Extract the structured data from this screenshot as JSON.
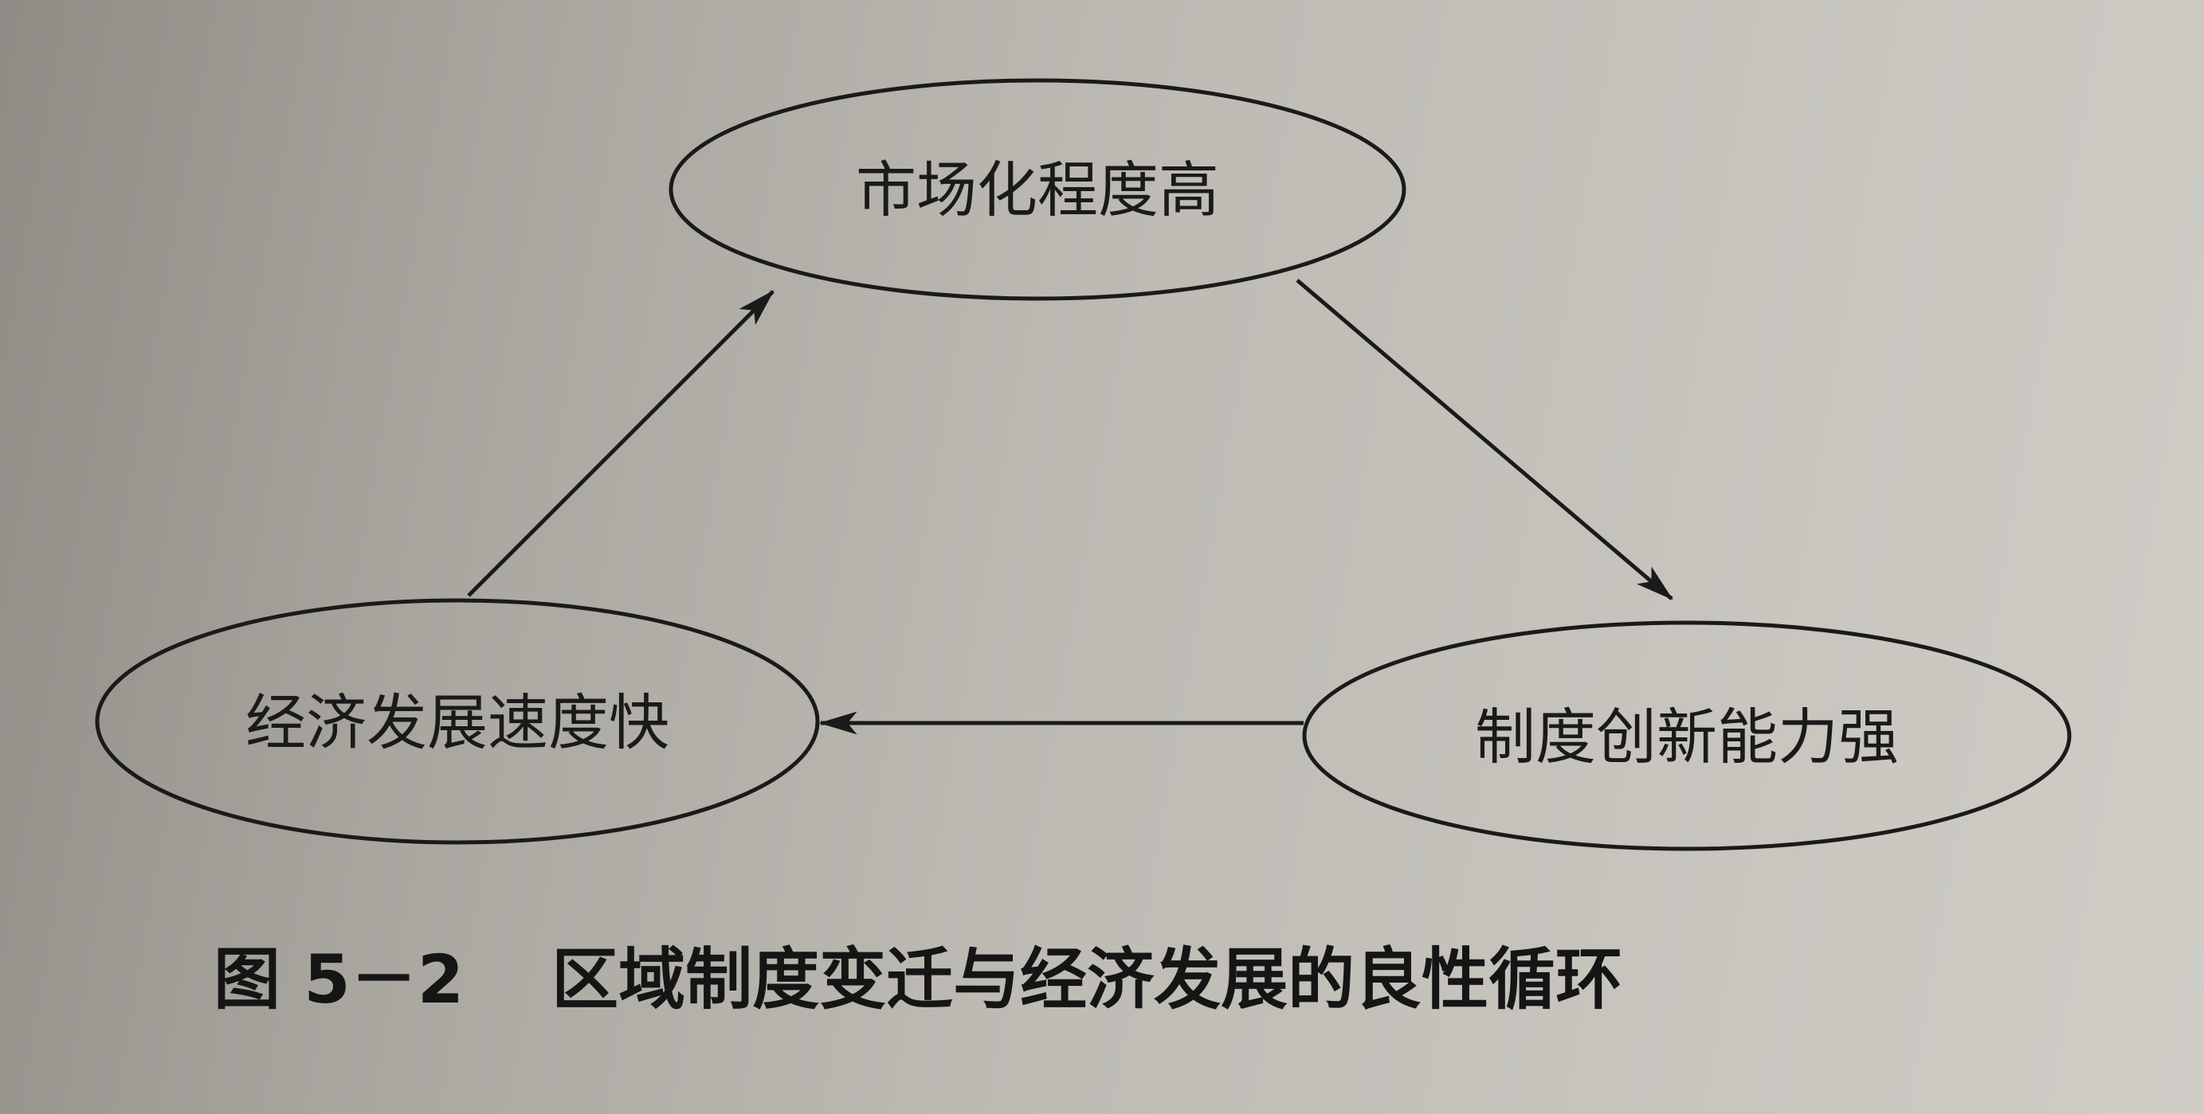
{
  "nodes": {
    "market": "市场化程度高",
    "innovation": "制度创新能力强",
    "growth": "经济发展速度快"
  },
  "caption": {
    "number": "图 5－2",
    "title": "区域制度变迁与经济发展的良性循环"
  },
  "colors": {
    "ink": "#1a1a1a"
  }
}
